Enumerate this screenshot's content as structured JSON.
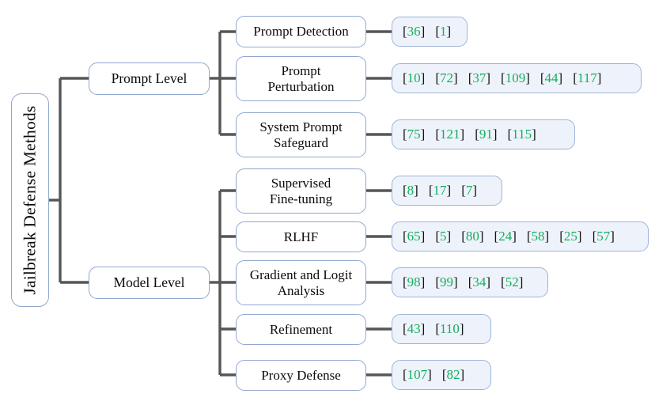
{
  "diagram": {
    "title": "Jailbreak Defense Methods",
    "type": "taxonomy-tree",
    "colors": {
      "node_border": "#90a8cf",
      "node_fill": "#ffffff",
      "refs_fill": "#eef2fb",
      "refs_border": "#9fb4d8",
      "connector": "#565656",
      "citation_number": "#12b05a",
      "bracket": "#111111",
      "text": "#0b0b0b"
    },
    "root": {
      "label": "Jailbreak Defense Methods"
    },
    "branches": [
      {
        "label": "Prompt Level",
        "categories": [
          {
            "label": "Prompt Detection",
            "refs": [
              "36",
              "1"
            ]
          },
          {
            "label": "Prompt\nPerturbation",
            "refs": [
              "10",
              "72",
              "37",
              "109",
              "44",
              "117"
            ]
          },
          {
            "label": "System Prompt\nSafeguard",
            "refs": [
              "75",
              "121",
              "91",
              "115"
            ]
          }
        ]
      },
      {
        "label": "Model Level",
        "categories": [
          {
            "label": "Supervised\nFine-tuning",
            "refs": [
              "8",
              "17",
              "7"
            ]
          },
          {
            "label": "RLHF",
            "refs": [
              "65",
              "5",
              "80",
              "24",
              "58",
              "25",
              "57"
            ]
          },
          {
            "label": "Gradient and Logit\nAnalysis",
            "refs": [
              "98",
              "99",
              "34",
              "52"
            ]
          },
          {
            "label": "Refinement",
            "refs": [
              "43",
              "110"
            ]
          },
          {
            "label": "Proxy Defense",
            "refs": [
              "107",
              "82"
            ]
          }
        ]
      }
    ]
  }
}
